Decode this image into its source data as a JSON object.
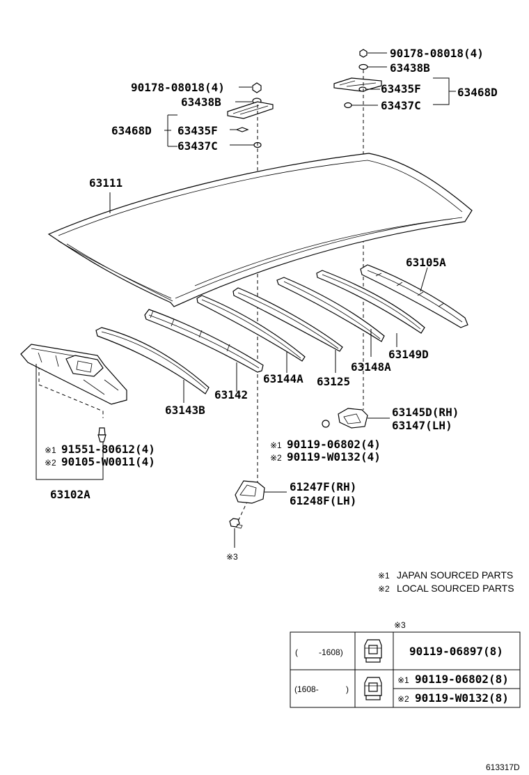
{
  "labels": {
    "p90178_l": "90178-08018(4)",
    "p63438b_l": "63438B",
    "p63468d_l": "63468D",
    "p63435f_l": "63435F",
    "p63437c_l": "63437C",
    "p90178_r": "90178-08018(4)",
    "p63438b_r": "63438B",
    "p63435f_r": "63435F",
    "p63468d_r": "63468D",
    "p63437c_r": "63437C",
    "p63111": "63111",
    "p63105a": "63105A",
    "p63149d": "63149D",
    "p63148a": "63148A",
    "p63125": "63125",
    "p63144a": "63144A",
    "p63142": "63142",
    "p63143b": "63143B",
    "p63145d": "63145D(RH)",
    "p63147": "63147(LH)",
    "p90119_06802": "90119-06802(4)",
    "p90119_w0132": "90119-W0132(4)",
    "p91551": "91551-80612(4)",
    "p90105": "90105-W0011(4)",
    "p63102a": "63102A",
    "p61247f": "61247F(RH)",
    "p61248f": "61248F(LH)"
  },
  "marks": {
    "m1": "※1",
    "m2": "※2",
    "m3": "※3"
  },
  "notes": {
    "japan": "JAPAN SOURCED PARTS",
    "local": "LOCAL SOURCED PARTS"
  },
  "table": {
    "header": "※3",
    "row1_range_open": "(",
    "row1_range_end": "-1608)",
    "row1_part": "90119-06897(8)",
    "row2_range_start": "(1608-",
    "row2_range_close": ")",
    "row2_part_a": "90119-06802(8)",
    "row2_part_b": "90119-W0132(8)"
  },
  "diagram_id": "613317D"
}
